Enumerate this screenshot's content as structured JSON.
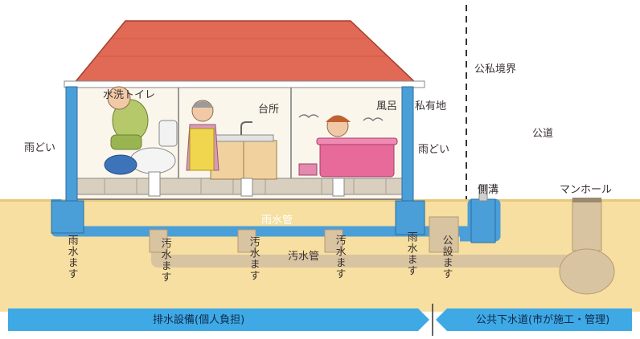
{
  "diagram": {
    "rooms": {
      "toilet": "水洗トイレ",
      "kitchen": "台所",
      "bath": "風呂",
      "private_land": "私有地"
    },
    "boundary": "公私境界",
    "public_road": "公道",
    "rain_gutter_left": "雨どい",
    "rain_gutter_right": "雨どい",
    "side_ditch": "側溝",
    "manhole": "マンホール",
    "stormwater_pipe": "雨水管",
    "sewage_pipe": "汚水管",
    "stormwater_basin_left": "雨水ます",
    "sewage_basin_1": "汚水ます",
    "sewage_basin_2": "汚水ます",
    "sewage_basin_3": "汚水ます",
    "stormwater_basin_right": "雨水ます",
    "public_basin": "公設ます",
    "bottom_left": "排水設備(個人負担)",
    "bottom_right": "公共下水道(市が施工・管理)"
  },
  "colors": {
    "roof": "#e06a55",
    "ground": "#f6dfa0",
    "pipe_blue": "#4a9fd8",
    "sewage_pipe": "#d9c4a2",
    "arrow": "#3fa9e6"
  }
}
